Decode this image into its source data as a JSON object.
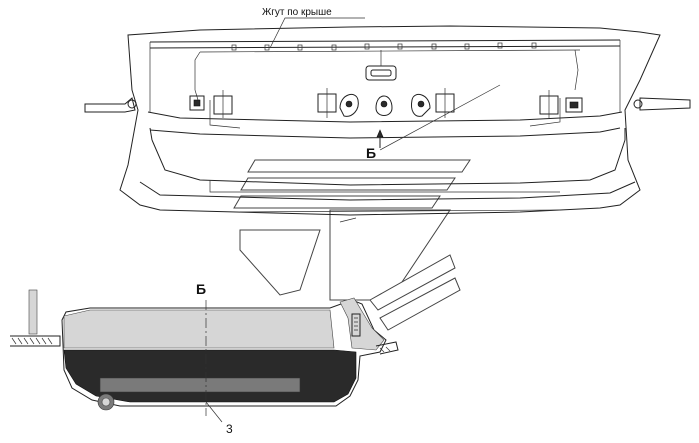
{
  "labels": {
    "harness": "Жгут по крыше",
    "view_marker_top": "Б",
    "view_title": "Б",
    "callout_3": "3"
  }
}
